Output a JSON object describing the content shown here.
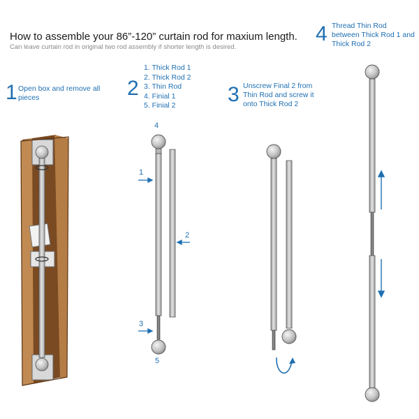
{
  "header": {
    "title": "How to assemble your 86”-120” curtain rod for maxium length.",
    "subtitle": "Can leave curtain rod in original two rod assembly if shorter length is desired."
  },
  "steps": [
    {
      "number": "1",
      "text_lines": [
        "Open box and remove all",
        "pieces"
      ]
    },
    {
      "number": "2",
      "parts": [
        "1. Thick Rod 1",
        "2. Thick Rod 2",
        "3. Thin Rod",
        "4. Finial 1",
        "5. Finial 2"
      ]
    },
    {
      "number": "3",
      "text_lines": [
        "Unscrew Final 2 from",
        "Thin Rod and screw it",
        "onto Thick Rod 2"
      ]
    },
    {
      "number": "4",
      "text_lines": [
        "Thread Thin Rod",
        "between Thick Rod 1 and",
        "Thick Rod 2"
      ]
    }
  ],
  "callouts": {
    "thick_rod_1": "1",
    "thick_rod_2": "2",
    "thin_rod": "3",
    "finial_1": "4",
    "finial_2": "5"
  },
  "colors": {
    "accent": "#1f6fb2",
    "rod": "#c9c9c9",
    "rod_outline": "#555555",
    "box": "#b07a46",
    "box_dark": "#7a4a22"
  }
}
